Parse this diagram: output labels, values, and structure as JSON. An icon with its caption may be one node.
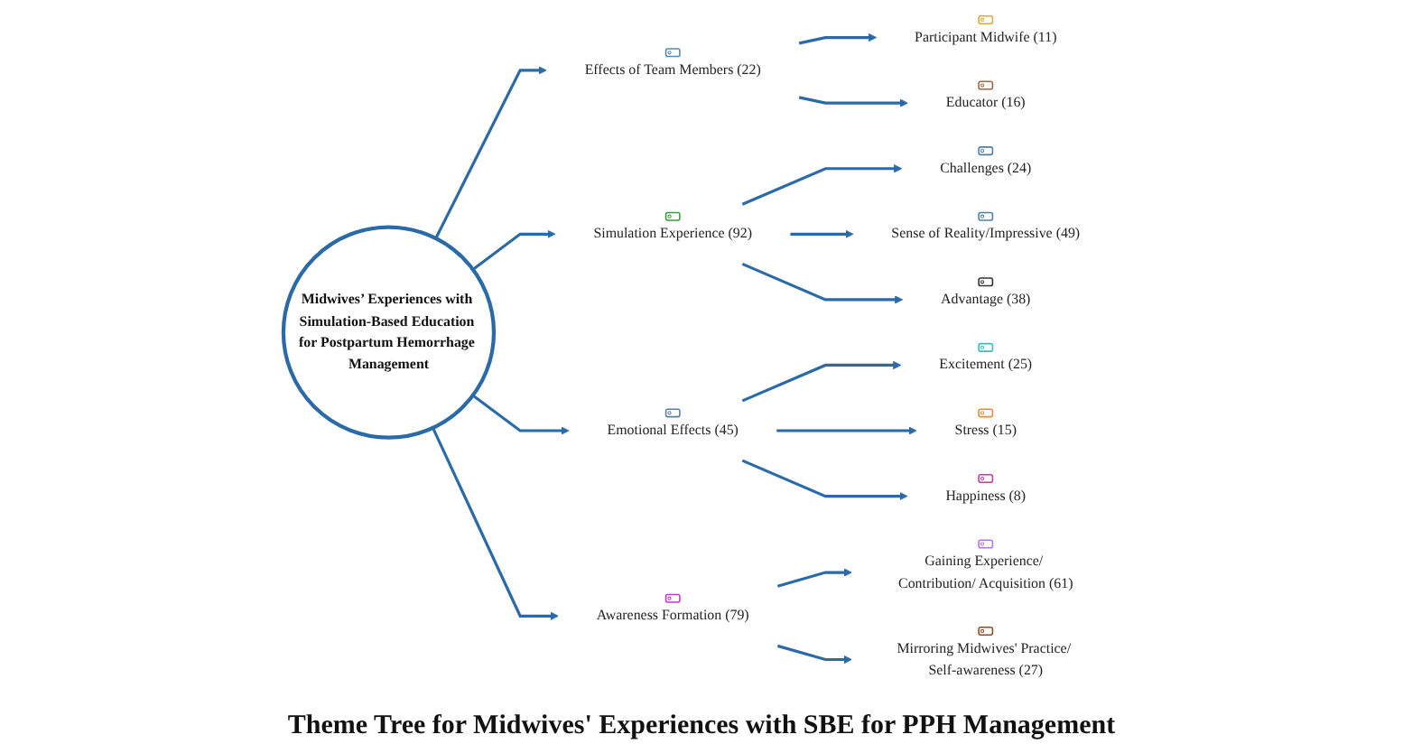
{
  "diagram": {
    "caption": "Theme Tree for Midwives' Experiences with SBE for PPH Management",
    "nodes": [
      {
        "text": [
          "Midwives’ Experiences with Simulation-Based Education for Postpartum Hemorrhage Management"
        ]
      },
      {
        "text": [
          "Effects of Team Members (22)"
        ]
      },
      {
        "text": [
          "Participant Midwife (11)"
        ]
      },
      {
        "text": [
          "Educator (16)"
        ]
      },
      {
        "text": [
          "Simulation Experience (92)"
        ]
      },
      {
        "text": [
          "Challenges (24)"
        ]
      },
      {
        "text": [
          "Sense of Reality/Impressive (49)"
        ]
      },
      {
        "text": [
          "Advantage (38)"
        ]
      },
      {
        "text": [
          "Emotional Effects (45)"
        ]
      },
      {
        "text": [
          "Excitement (25)"
        ]
      },
      {
        "text": [
          "Stress (15)"
        ]
      },
      {
        "text": [
          "Happiness (8)"
        ]
      },
      {
        "text": [
          "Awareness Formation (79)"
        ]
      },
      {
        "text": [
          "Gaining Experience/ Contribution/ Acquisition (61)"
        ]
      },
      {
        "text": [
          "Mirroring Midwives' Practice/ Self-awareness (27)"
        ]
      }
    ],
    "edges": [
      {
        "from": 0,
        "to": 1,
        "arrow": "to"
      },
      {
        "from": 1,
        "to": 2,
        "arrow": "to"
      },
      {
        "from": 1,
        "to": 3,
        "arrow": "to"
      },
      {
        "from": 0,
        "to": 4,
        "arrow": "to"
      },
      {
        "from": 4,
        "to": 5,
        "arrow": "to"
      },
      {
        "from": 4,
        "to": 6,
        "arrow": "to"
      },
      {
        "from": 4,
        "to": 7,
        "arrow": "to"
      },
      {
        "from": 0,
        "to": 8,
        "arrow": "to"
      },
      {
        "from": 8,
        "to": 9,
        "arrow": "to"
      },
      {
        "from": 8,
        "to": 10,
        "arrow": "to"
      },
      {
        "from": 8,
        "to": 11,
        "arrow": "to"
      },
      {
        "from": 0,
        "to": 12,
        "arrow": "to"
      },
      {
        "from": 12,
        "to": 13,
        "arrow": "to"
      },
      {
        "from": 12,
        "to": 14,
        "arrow": "to"
      }
    ]
  }
}
